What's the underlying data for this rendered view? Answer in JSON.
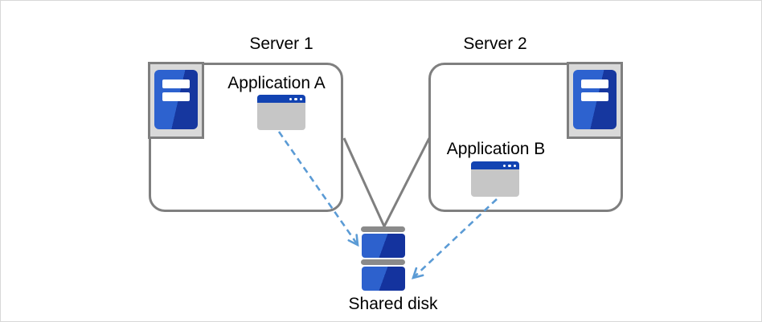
{
  "diagram": {
    "type": "architecture-diagram",
    "description_visible_only": "two server boxes sharing one disk",
    "nodes": [
      {
        "id": "server1",
        "label": "Server 1",
        "icon": "server-tower-icon"
      },
      {
        "id": "server2",
        "label": "Server 2",
        "icon": "server-tower-icon"
      },
      {
        "id": "app_a",
        "label": "Application A",
        "icon": "app-window-icon",
        "parent": "server1"
      },
      {
        "id": "app_b",
        "label": "Application B",
        "icon": "app-window-icon",
        "parent": "server2"
      },
      {
        "id": "shared_disk",
        "label": "Shared disk",
        "icon": "shared-disk-icon"
      }
    ],
    "edges": [
      {
        "from": "server1",
        "to": "shared_disk",
        "style": "solid-line"
      },
      {
        "from": "server2",
        "to": "shared_disk",
        "style": "solid-line"
      },
      {
        "from": "app_a",
        "to": "shared_disk",
        "style": "dashed-arrow"
      },
      {
        "from": "app_b",
        "to": "shared_disk",
        "style": "dashed-arrow"
      }
    ],
    "colors": {
      "box_border_gray": "#7f7f7f",
      "connector_gray": "#7f7f7f",
      "arrow_blue": "#5b9bd5",
      "icon_blue_light": "#2d62cf",
      "icon_blue_dark": "#16379f",
      "titlebar_blue": "#1243b2",
      "window_body_gray": "#c6c6c6",
      "server_tray_gray": "#d9d9d9",
      "disk_bar_gray": "#8a8a8a",
      "text_color": "#000000"
    }
  }
}
